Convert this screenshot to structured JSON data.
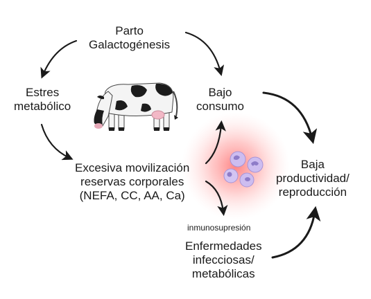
{
  "diagram": {
    "nodes": {
      "parto": {
        "lines": [
          "Parto",
          "Galactogénesis"
        ]
      },
      "estres": {
        "lines": [
          "Estres",
          "metabólico"
        ]
      },
      "bajo_consumo": {
        "lines": [
          "Bajo",
          "consumo"
        ]
      },
      "movilizacion": {
        "lines": [
          "Excesiva movilización",
          "reservas corporales",
          "(NEFA, CC, AA, Ca)"
        ]
      },
      "baja_productividad": {
        "lines": [
          "Baja",
          "productividad/",
          "reproducción"
        ]
      },
      "inmunosupresion": {
        "lines": [
          "inmunosupresión"
        ]
      },
      "enfermedades": {
        "lines": [
          "Enfermedades",
          "infecciosas/",
          "metabólicas"
        ]
      }
    },
    "colors": {
      "text": "#1a1a1a",
      "arrow": "#1a1a1a",
      "glow": "#ff6b6b",
      "cell": "#c9b8ea",
      "cell_nucleus": "#8e7cc8",
      "cow_black": "#1c1c1c",
      "cow_white": "#f4f4f4",
      "udder": "#f2b8c6"
    },
    "icons": [
      "cow-illustration",
      "immune-cells-icon"
    ]
  }
}
